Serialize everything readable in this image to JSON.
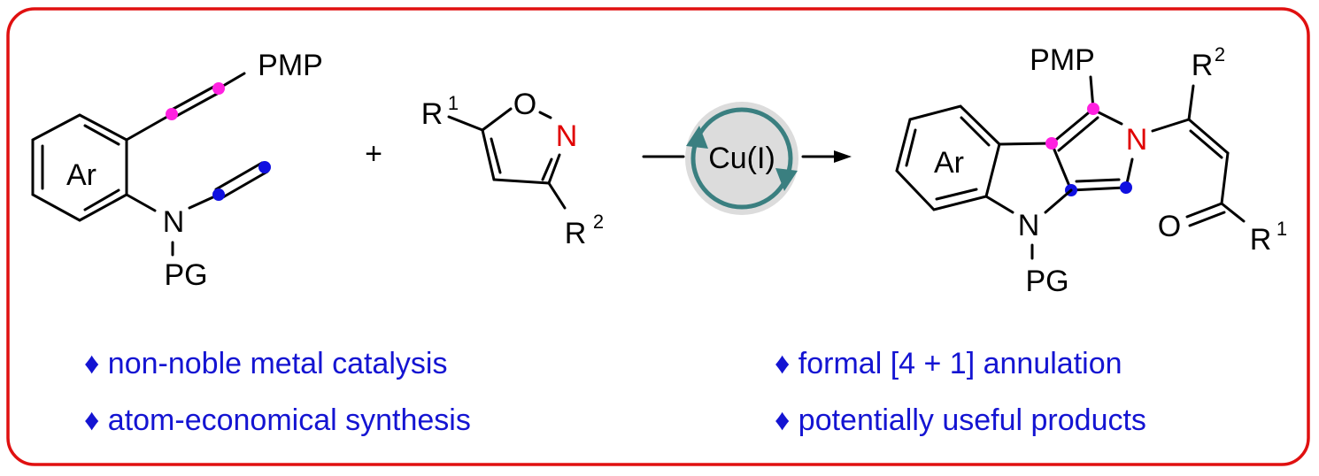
{
  "colors": {
    "border": "#e01010",
    "bullet_text": "#1414d2",
    "alkyne_dot": "#ff20e0",
    "ynamide_dot": "#1010e0",
    "heteroatom": "#e00000",
    "catalyst_ring": "#3a7f80",
    "catalyst_bg": "#dcdcdc"
  },
  "reactant1": {
    "ring_label": "Ar",
    "alkyne_substituent": "PMP",
    "nitrogen": "N",
    "protecting_group": "PG"
  },
  "plus": "+",
  "reactant2": {
    "oxygen": "O",
    "nitrogen": "N",
    "r1": "R",
    "r1_sup": "1",
    "r2": "R",
    "r2_sup": "2"
  },
  "catalyst": {
    "label": "Cu(I)"
  },
  "product": {
    "ring_label": "Ar",
    "top_substituent": "PMP",
    "pyrrole_nitrogen": "N",
    "indole_nitrogen": "N",
    "protecting_group": "PG",
    "r2": "R",
    "r2_sup": "2",
    "oxygen": "O",
    "r1": "R",
    "r1_sup": "1"
  },
  "features": {
    "left": [
      "♦ non-noble metal catalysis",
      "♦ atom-economical synthesis"
    ],
    "right": [
      "♦ formal [4 + 1] annulation",
      "♦ potentially useful products"
    ]
  }
}
